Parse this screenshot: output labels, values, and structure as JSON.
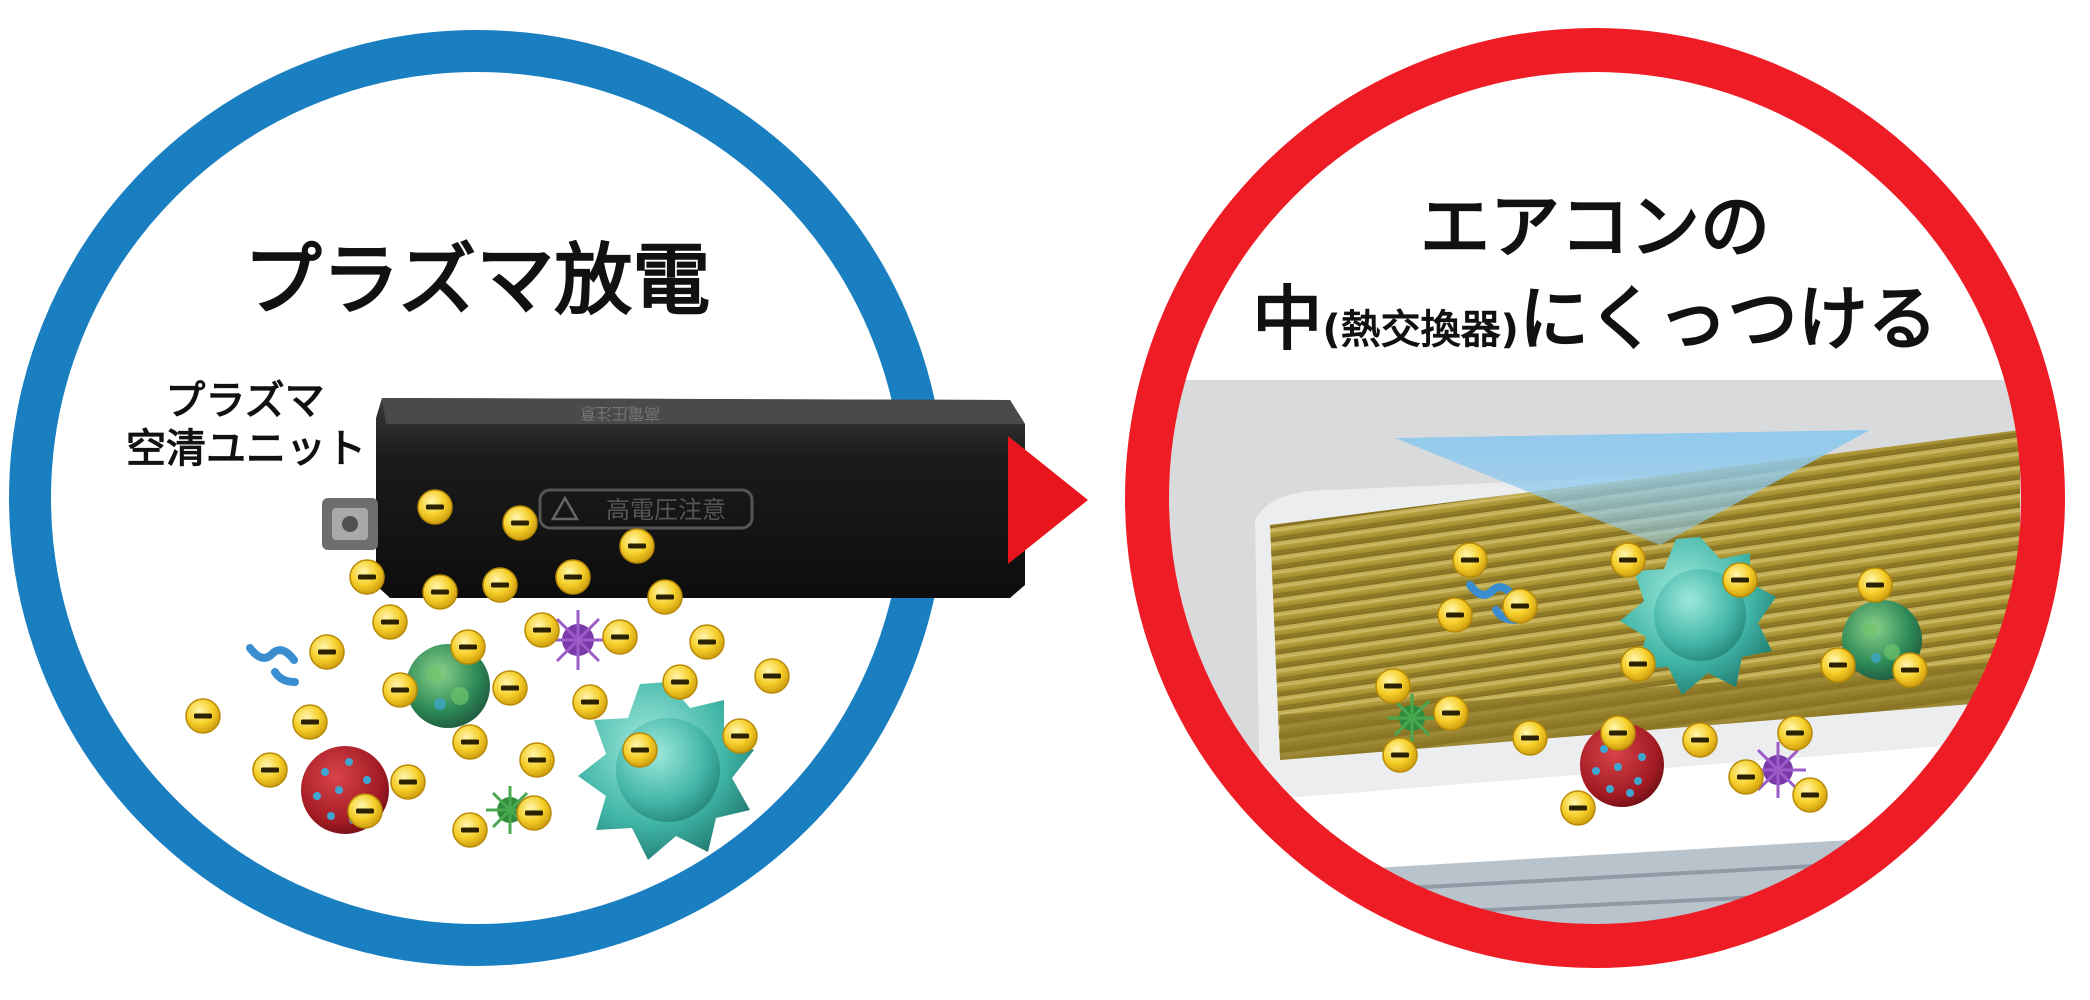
{
  "left_panel": {
    "title": "プラズマ放電",
    "unit_label_line1": "プラズマ",
    "unit_label_line2": "空清ユニット",
    "unit_text_top": "高電圧注意",
    "unit_text_front": "高電圧注意",
    "ring_color": "#1a7fc1"
  },
  "right_panel": {
    "title_line1": "エアコンの",
    "title_line2_a": "中",
    "title_line2_b": "(熱交換器)",
    "title_line2_c": "にくっつける",
    "ring_color": "#ee1c25"
  },
  "arrow": {
    "color": "#e8161c",
    "icon": "triangle-arrow-right-icon"
  },
  "ion": {
    "symbol": "−",
    "color": "#f3c417"
  },
  "icons": [
    "warning-triangle-icon",
    "negative-ion-icon",
    "green-virus-icon",
    "red-virus-icon",
    "teal-virus-icon",
    "purple-spike-icon",
    "blue-bacteria-icon",
    "air-flow-arrow-icon"
  ]
}
